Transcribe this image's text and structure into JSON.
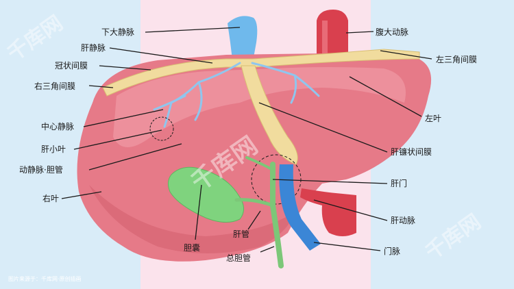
{
  "colors": {
    "background_side": "#d9ecf8",
    "background_center": "#fbe3ec",
    "liver": "#e67a88",
    "liver_highlight": "#f2a3ad",
    "ligament": "#f1dc9e",
    "ivc": "#6fb9ec",
    "aorta": "#d9404e",
    "portal_vein": "#3b86d6",
    "gallbladder": "#7fd37e",
    "bile_duct": "#7cc778"
  },
  "labels": {
    "ivc": "下大静脉",
    "aorta": "腹大动脉",
    "hepatic_vein": "肝静脉",
    "coronary_ligament": "冠状间膜",
    "left_triangular_ligament": "左三角间膜",
    "right_triangular_ligament": "右三角间膜",
    "central_vein": "中心静脉",
    "left_lobe": "左叶",
    "hepatic_lobule": "肝小叶",
    "falciform_ligament": "肝镰状间膜",
    "arteriovenous_bile_duct": "动静脉·胆管",
    "porta_hepatis": "肝门",
    "right_lobe": "右叶",
    "hepatic_artery": "肝动脉",
    "gallbladder": "胆囊",
    "hepatic_duct": "肝管",
    "portal_vein": "门脉",
    "common_bile_duct": "总胆管"
  },
  "watermark": {
    "text": "千库网",
    "credit": "图片来源于：千库网·原创插画"
  }
}
